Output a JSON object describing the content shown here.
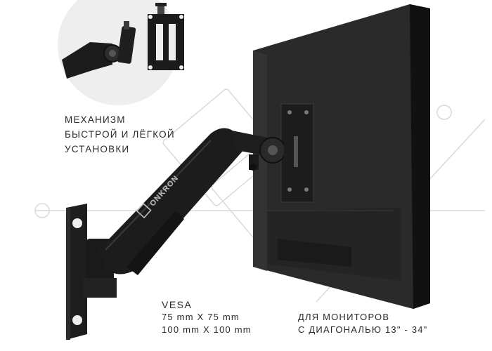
{
  "brand": {
    "logo_text": "ONKRON"
  },
  "captions": {
    "mechanism": {
      "line1": "МЕХАНИЗМ",
      "line2": "БЫСТРОЙ И ЛЁГКОЙ",
      "line3": "УСТАНОВКИ"
    },
    "vesa": {
      "title": "VESA",
      "line1": "75 mm X 75 mm",
      "line2": "100 mm X 100 mm"
    },
    "monitors": {
      "line1": "ДЛЯ МОНИТОРОВ",
      "line2": "С ДИАГОНАЛЬЮ 13\" - 34\""
    }
  },
  "colors": {
    "background": "#ffffff",
    "mount_black": "#1c1c1c",
    "monitor_back": "#2a2a2a",
    "inset_circle": "#eeeeee",
    "caption_text": "#2b2b2b",
    "watermark": "#d9d9d9"
  }
}
